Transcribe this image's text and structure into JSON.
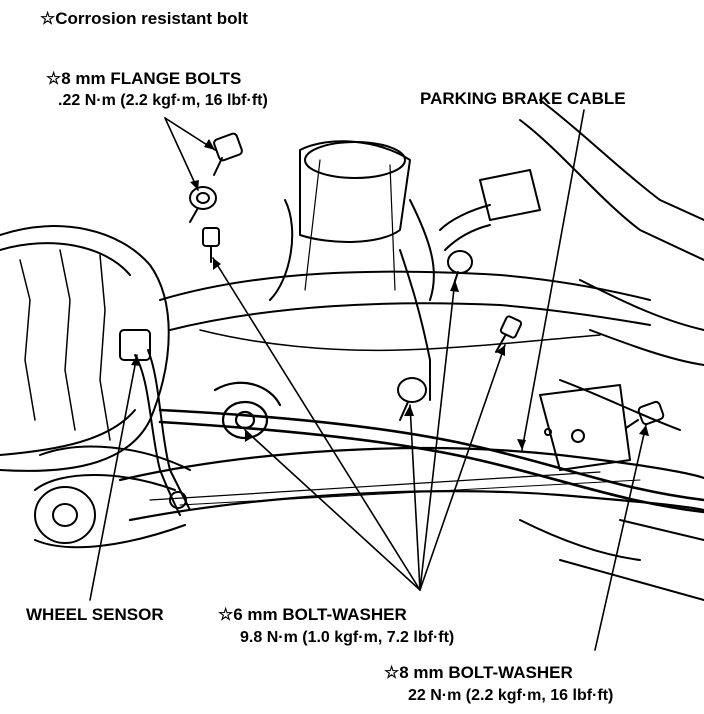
{
  "legend": {
    "text": "☆Corrosion resistant bolt"
  },
  "callouts": {
    "flange_bolts": {
      "title": "☆8 mm FLANGE BOLTS",
      "spec": ".22 N·m (2.2 kgf·m, 16 lbf·ft)"
    },
    "parking_brake_cable": {
      "title": "PARKING BRAKE CABLE"
    },
    "wheel_sensor": {
      "title": "WHEEL SENSOR"
    },
    "bolt_washer_6mm": {
      "title": "☆6 mm BOLT-WASHER",
      "spec": "9.8 N·m (1.0 kgf·m, 7.2 lbf·ft)"
    },
    "bolt_washer_8mm": {
      "title": "☆8 mm BOLT-WASHER",
      "spec": "22 N·m (2.2 kgf·m, 16 lbf·ft)"
    }
  },
  "colors": {
    "ink": "#000000",
    "paper": "#ffffff"
  }
}
